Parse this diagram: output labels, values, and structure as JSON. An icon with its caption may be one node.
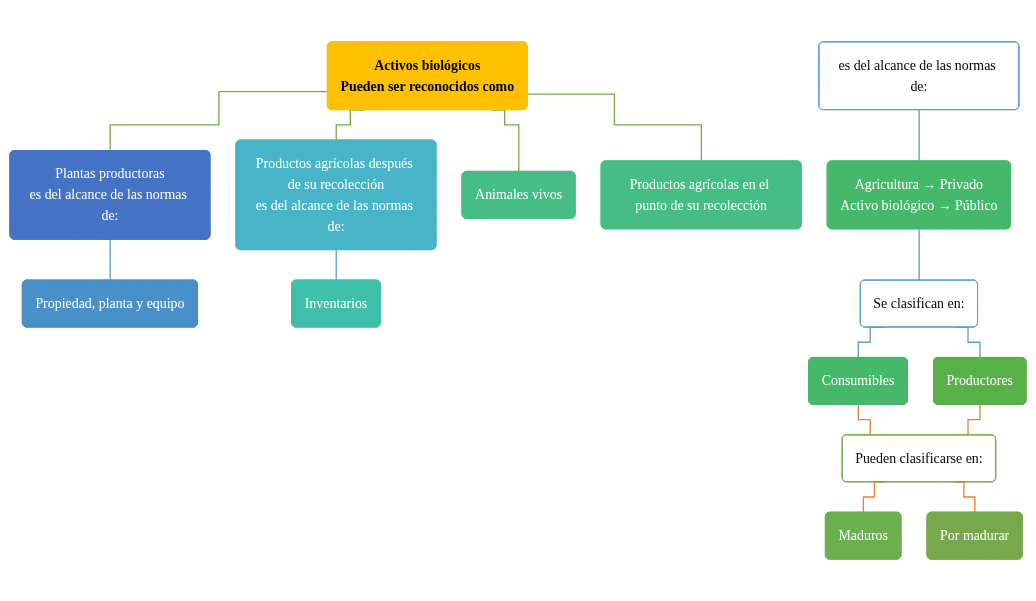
{
  "diagram": {
    "nodes": [
      {
        "text": [
          "Activos biológicos",
          "Pueden ser reconocidos como"
        ]
      },
      {
        "text": [
          "Plantas productoras",
          "es del alcance de las normas de:"
        ]
      },
      {
        "text": [
          "Productos agrícolas después de su recolección",
          "es del alcance de las normas de:"
        ]
      },
      {
        "text": [
          "Animales vivos"
        ]
      },
      {
        "text": [
          "Productos agrícolas en el punto de su recolección"
        ]
      },
      {
        "text": [
          "es del alcance de las normas de:"
        ]
      },
      {
        "text": [
          "Propiedad, planta y equipo"
        ]
      },
      {
        "text": [
          "Inventarios"
        ]
      },
      {
        "text": [
          "Agricultura → Privado",
          "Activo biológico → Público"
        ]
      },
      {
        "text": [
          "Se clasifican en:"
        ]
      },
      {
        "text": [
          "Consumibles"
        ]
      },
      {
        "text": [
          "Productores"
        ]
      },
      {
        "text": [
          "Pueden clasificarse en:"
        ]
      },
      {
        "text": [
          "Maduros"
        ]
      },
      {
        "text": [
          "Por madurar"
        ]
      }
    ],
    "edges": [
      {
        "from": 0,
        "to": 1,
        "arrow": "none",
        "color": "#70ad47"
      },
      {
        "from": 0,
        "to": 2,
        "arrow": "none",
        "color": "#70ad47"
      },
      {
        "from": 0,
        "to": 3,
        "arrow": "none",
        "color": "#70ad47"
      },
      {
        "from": 0,
        "to": 4,
        "arrow": "none",
        "color": "#70ad47"
      },
      {
        "from": 1,
        "to": 6,
        "arrow": "none"
      },
      {
        "from": 2,
        "to": 7,
        "arrow": "none"
      },
      {
        "from": 5,
        "to": 8,
        "arrow": "none"
      },
      {
        "from": 8,
        "to": 9,
        "arrow": "none"
      },
      {
        "from": 9,
        "to": 10,
        "arrow": "none"
      },
      {
        "from": 9,
        "to": 11,
        "arrow": "none"
      },
      {
        "from": 10,
        "to": 12,
        "arrow": "none",
        "color": "#ed7d31"
      },
      {
        "from": 11,
        "to": 12,
        "arrow": "none",
        "color": "#ed7d31"
      },
      {
        "from": 12,
        "to": 13,
        "arrow": "none",
        "color": "#ed7d31"
      },
      {
        "from": 12,
        "to": 14,
        "arrow": "none",
        "color": "#ed7d31"
      }
    ]
  }
}
